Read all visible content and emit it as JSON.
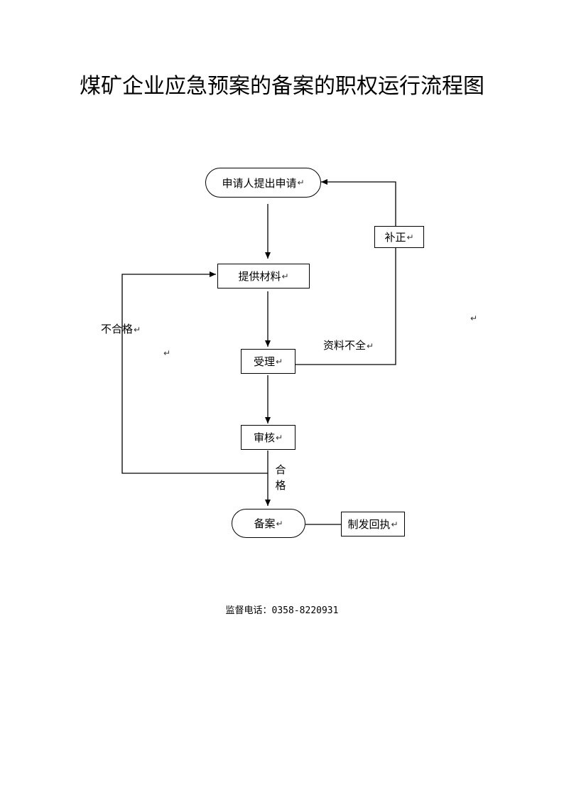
{
  "title": "煤矿企业应急预案的备案的职权运行流程图",
  "paragraph_mark": "↵",
  "nodes": {
    "apply": "申请人提出申请",
    "materials": "提供材料",
    "accept": "受理",
    "review": "审核",
    "record": "备案",
    "receipt": "制发回执",
    "supplement": "补正"
  },
  "edge_labels": {
    "incomplete": "资料不全",
    "unqualified": "不合格",
    "qualified_1": "合",
    "qualified_2": "格"
  },
  "footer": "监督电话：0358-8220931"
}
